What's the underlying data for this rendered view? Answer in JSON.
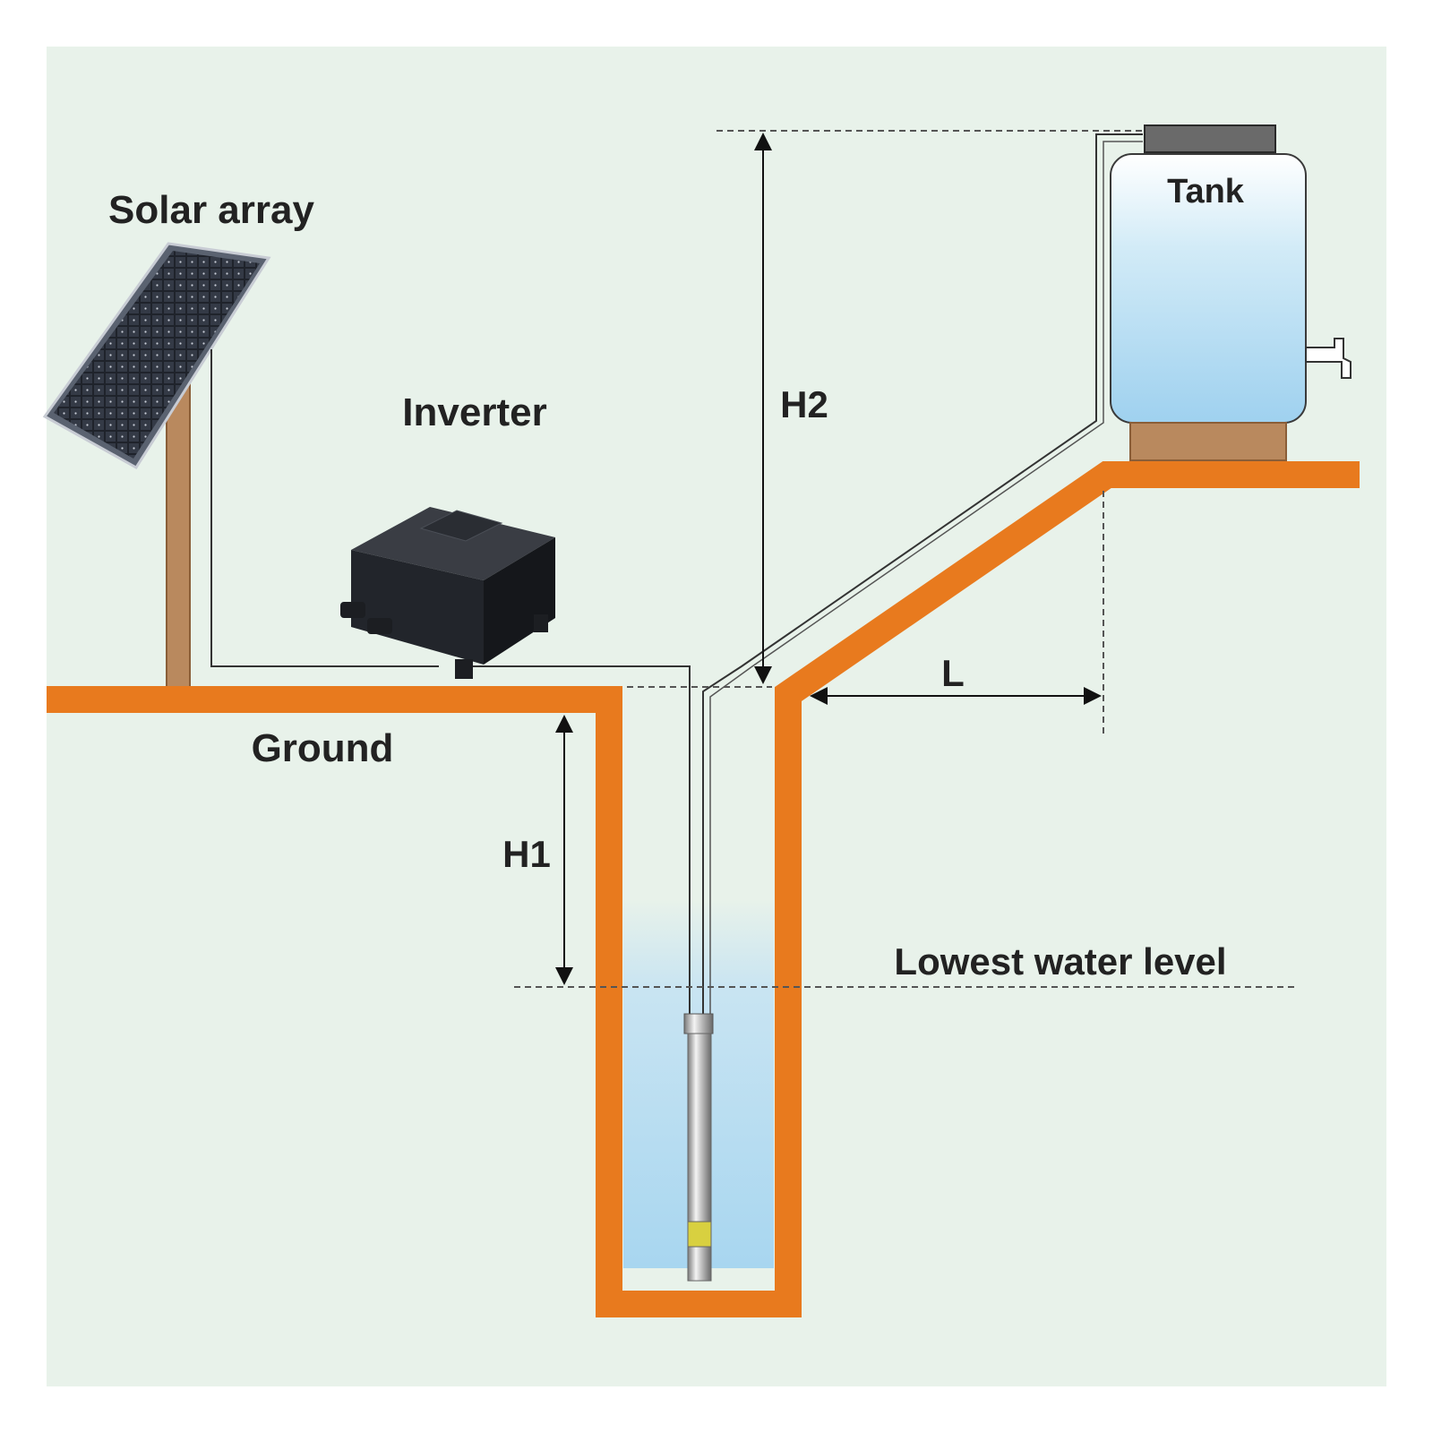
{
  "labels": {
    "solar_array": "Solar array",
    "inverter": "Inverter",
    "tank": "Tank",
    "ground": "Ground",
    "h1": "H1",
    "h2": "H2",
    "l": "L",
    "lowest_water_level": "Lowest water level"
  },
  "colors": {
    "background": "#e8f2ea",
    "ground_line": "#e87a1e",
    "water": "#bfe0f2",
    "line": "#222222"
  }
}
